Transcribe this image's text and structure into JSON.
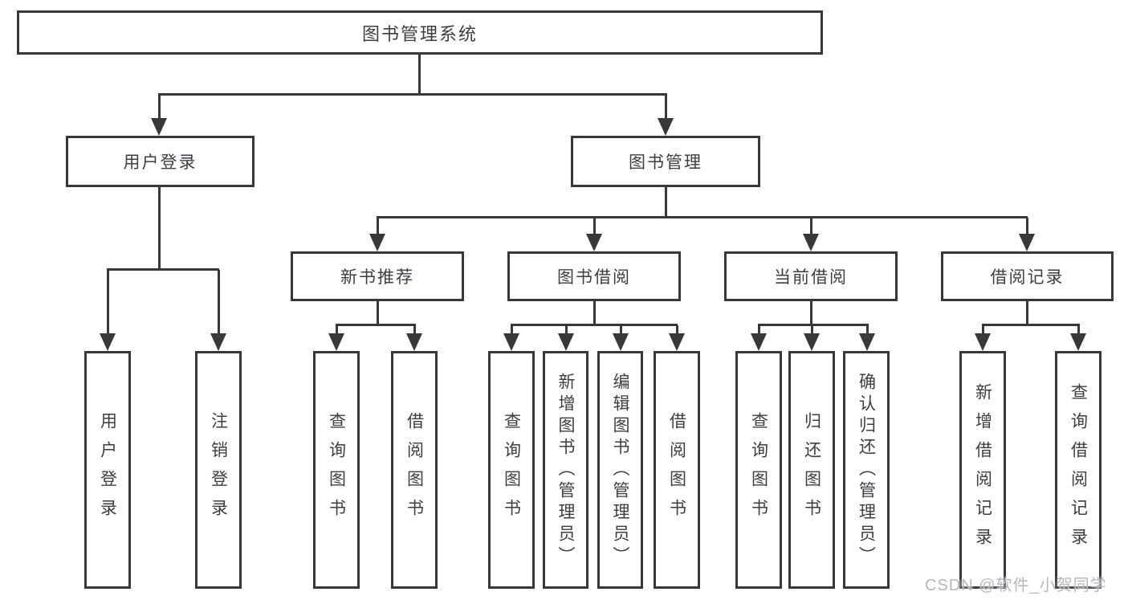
{
  "title": "图书管理系统",
  "watermark": "CSDN @软件_小贺同学",
  "colors": {
    "line": "#383838",
    "text": "#3b3e43",
    "box_background": "#ffffff",
    "watermark": "#b3b9bf",
    "page_background": "#ffffff"
  },
  "nodes": {
    "root": "图书管理系统",
    "level2": [
      "用户登录",
      "图书管理"
    ],
    "level3": [
      "新书推荐",
      "图书借阅",
      "当前借阅",
      "借阅记录"
    ],
    "leaves": [
      "用户登录",
      "注销登录",
      "查询图书",
      "借阅图书",
      "查询图书",
      "新增图书（管理员）",
      "编辑图书（管理员）",
      "借阅图书",
      "查询图书",
      "归还图书",
      "确认归还（管理员）",
      "新增借阅记录",
      "查询借阅记录"
    ]
  }
}
